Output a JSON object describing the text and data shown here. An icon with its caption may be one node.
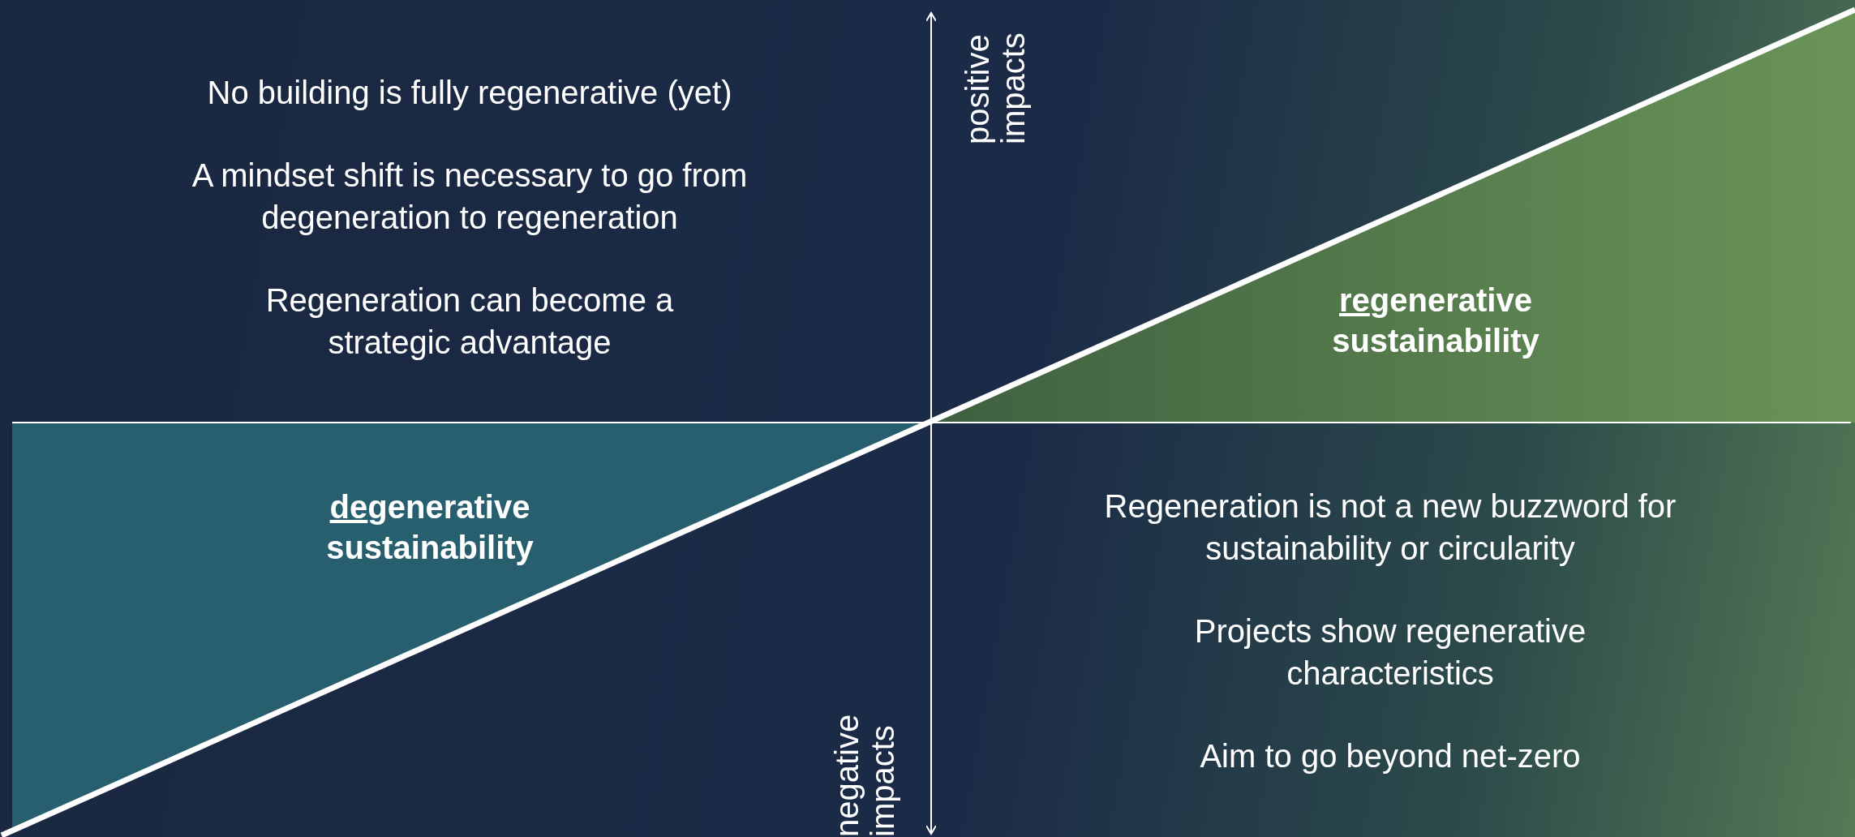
{
  "diagram": {
    "nodes": [
      {
        "text": [
          "regenerative sustainability"
        ]
      },
      {
        "text": [
          "degenerative sustainability"
        ]
      }
    ],
    "labels": [
      "No building is fully regenerative (yet)",
      "positive impacts",
      "A mindset shift is necessary to go from degeneration to regeneration",
      "Regeneration can become a strategic advantage",
      "Regeneration is not a new buzzword for sustainability or circularity",
      "Projects show regenerative characteristics",
      "Aim to go beyond net-zero",
      "negative impacts"
    ]
  }
}
